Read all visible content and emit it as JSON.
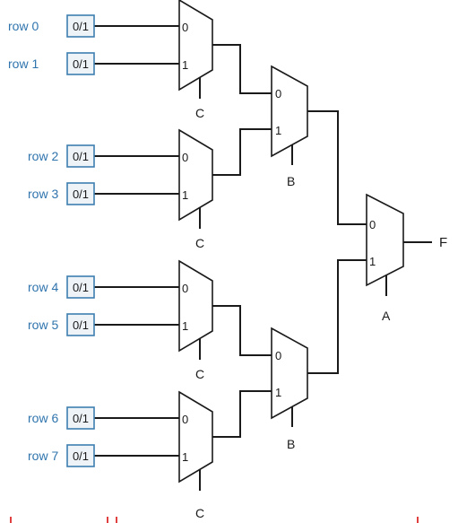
{
  "inputs": [
    {
      "row_label": "row 0",
      "value": "0/1"
    },
    {
      "row_label": "row 1",
      "value": "0/1"
    },
    {
      "row_label": "row 2",
      "value": "0/1"
    },
    {
      "row_label": "row 3",
      "value": "0/1"
    },
    {
      "row_label": "row 4",
      "value": "0/1"
    },
    {
      "row_label": "row 5",
      "value": "0/1"
    },
    {
      "row_label": "row 6",
      "value": "0/1"
    },
    {
      "row_label": "row 7",
      "value": "0/1"
    }
  ],
  "stage1_muxes": [
    {
      "port0": "0",
      "port1": "1",
      "select": "C"
    },
    {
      "port0": "0",
      "port1": "1",
      "select": "C"
    },
    {
      "port0": "0",
      "port1": "1",
      "select": "C"
    },
    {
      "port0": "0",
      "port1": "1",
      "select": "C"
    }
  ],
  "stage2_muxes": [
    {
      "port0": "0",
      "port1": "1",
      "select": "B"
    },
    {
      "port0": "0",
      "port1": "1",
      "select": "B"
    }
  ],
  "stage3_mux": {
    "port0": "0",
    "port1": "1",
    "select": "A"
  },
  "output_label": "F",
  "colors": {
    "label_blue": "#2f74ad",
    "box_border": "#3d7eb0",
    "box_fill": "#eef3f8",
    "wire": "#1a1a1a"
  }
}
